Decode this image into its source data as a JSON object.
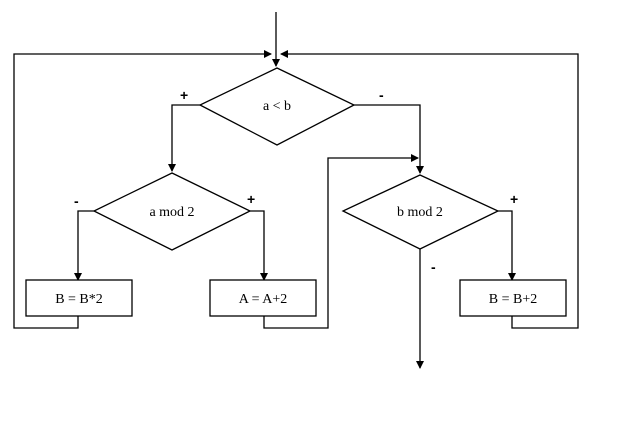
{
  "diagram": {
    "nodes": {
      "cond_a_lt_b": "a < b",
      "cond_a_mod_2": "a mod 2",
      "cond_b_mod_2": "b mod 2",
      "op_b_times_2": "B = B*2",
      "op_a_plus_2": "A = A+2",
      "op_b_plus_2": "B = B+2"
    },
    "signs": {
      "a_lt_b_true": "+",
      "a_lt_b_false": "-",
      "a_mod_2_false": "-",
      "a_mod_2_true": "+",
      "b_mod_2_true": "+",
      "b_mod_2_false": "-"
    }
  }
}
